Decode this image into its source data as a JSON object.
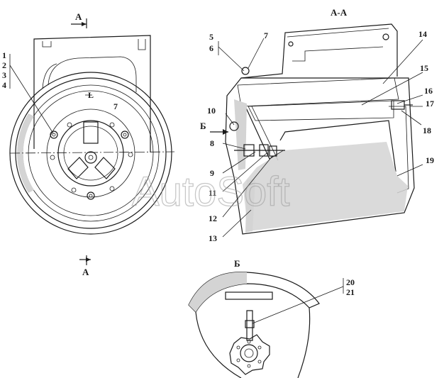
{
  "section_labels": {
    "cut_top": "A",
    "cut_bottom": "A",
    "section_view": "А-А",
    "arrow_b": "Б",
    "detail_b": "Б"
  },
  "callouts": [
    "1",
    "2",
    "3",
    "4",
    "5",
    "6",
    "7",
    "8",
    "9",
    "10",
    "11",
    "12",
    "13",
    "14",
    "15",
    "16",
    "17",
    "18",
    "19",
    "20",
    "21",
    "L",
    "7"
  ],
  "watermark": "AutoSoft"
}
